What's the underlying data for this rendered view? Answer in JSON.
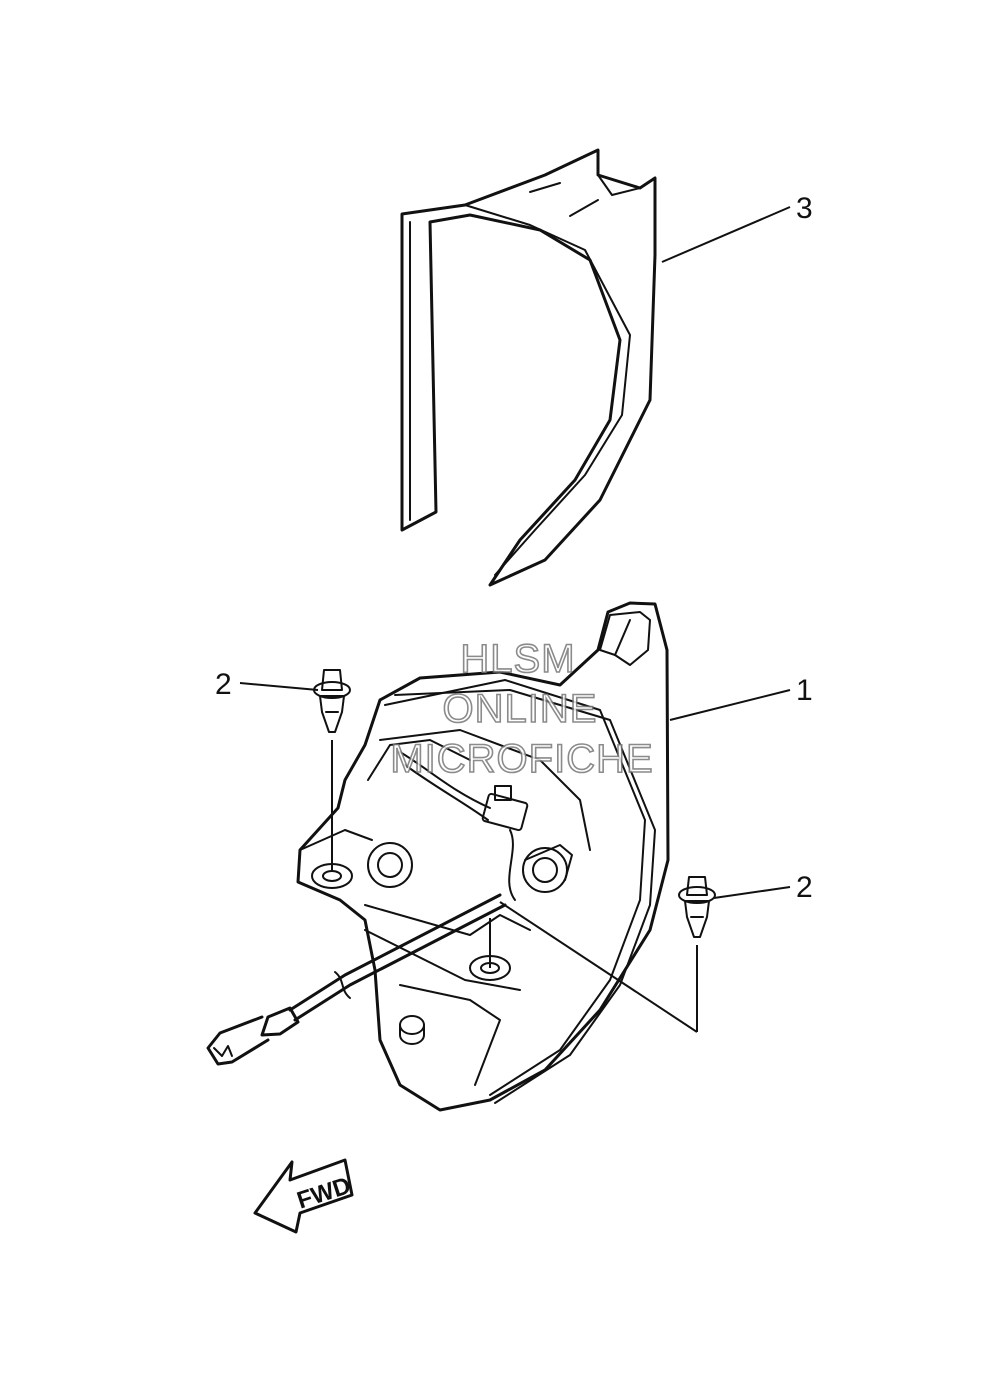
{
  "callouts": {
    "part_1": "1",
    "part_2_left": "2",
    "part_2_right": "2",
    "part_3": "3"
  },
  "watermark": {
    "line1": "HLSM",
    "line2": "ONLINE",
    "line3": "MICROFICHE"
  },
  "direction_arrow": {
    "label": "FWD",
    "icon": "forward-arrow-icon"
  },
  "parts": [
    {
      "number": "1",
      "icon": "tail-light-assembly-icon"
    },
    {
      "number": "2",
      "icon": "push-rivet-icon"
    },
    {
      "number": "3",
      "icon": "lens-cover-icon"
    }
  ]
}
